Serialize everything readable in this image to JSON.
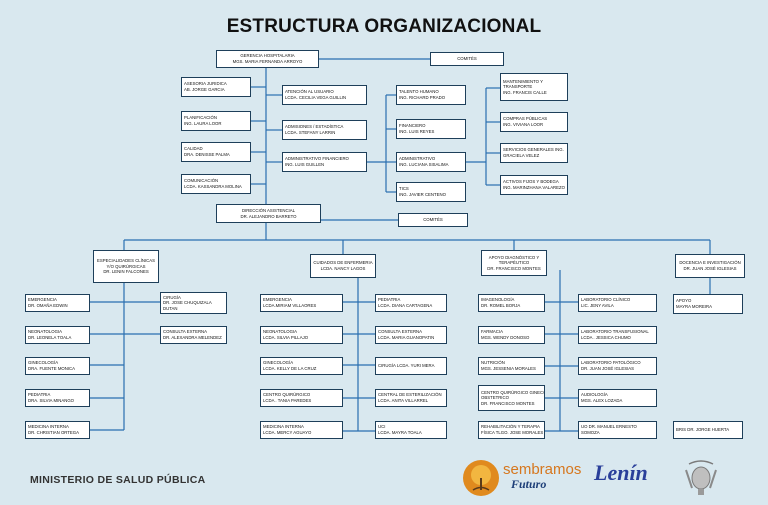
{
  "title": "ESTRUCTURA ORGANIZACIONAL",
  "footer": {
    "ministry": "MINISTERIO DE SALUD PÚBLICA",
    "logo_sembramos_line1": "sembramos",
    "logo_sembramos_line2": "Futuro",
    "logo_lenin": "Lenín"
  },
  "top": {
    "gerencia": [
      "GERENCIA HOSPITALARIA",
      "MGS. MARIA FERNANDA ARROYO"
    ],
    "comites1": [
      "COMITÉS"
    ],
    "asesoria": [
      "ASESORIA JURIDICA",
      "AB. JORGE GARCIA"
    ],
    "planificacion": [
      "PLANIFICACIÓN",
      "ING. LAURA LOOR"
    ],
    "calidad": [
      "CALIDAD",
      "DRA. DENISSE PALMA"
    ],
    "comunicacion": [
      "COMUNICACIÓN",
      "LCDA. KASSANDRA MOLINA"
    ],
    "atencion": [
      "ATENCIÓN AL USUARIO",
      "LCDA. CECILIA VEGA GUILLIN"
    ],
    "admisiones": [
      "ADMISIONES / ESTADÍSTICA",
      "LCDA.  STEFANY LARRIN"
    ],
    "adminfin": [
      "ADMINISTRATIVO FINANCIERO",
      "ING. LUIS GUILLEN"
    ],
    "talento": [
      "TALENTO HUMANO",
      "ING. RICHARD PRADO"
    ],
    "financiero": [
      "FINANCIERO",
      "ING. LUIS REYES"
    ],
    "administrativo": [
      "ADMINISTRATIVO",
      "ING. LUCIANA SISALIMA"
    ],
    "tics": [
      "TICS",
      "ING. JAVIER CENTENO"
    ],
    "mantenimiento": [
      "MANTENIMIENTO Y",
      "TRANSPORTE",
      "ING.  FRANCIS CALLE"
    ],
    "compras": [
      "COMPRAS PÚBLICAS",
      "ING. VIVIANA LOOR"
    ],
    "servicios": [
      "SERVICIOS GENERALES ING.",
      "GRACIELA VELEZ"
    ],
    "activos": [
      "ACTIVOS FIJOS  Y BODEGA",
      "ING. MARINZHANA VALAREZO"
    ],
    "direccion": [
      "DIRECCIÓN ASISTENCIAL",
      "DR. ALEJANDRO BARRETO"
    ],
    "comites2": [
      "COMITÉS"
    ]
  },
  "areas": {
    "especialidades": [
      "ESPECIALIDADES CLÍNICAS",
      "Y/O QUIRÚRGICAS",
      "DR. LENIN FALCONES"
    ],
    "cuidados": [
      "CUIDADOS DE ENFERMERIA",
      "LCDA. NANCY LAGOS"
    ],
    "apoyo_dx": [
      "APOYO  DIAGNÓSTICO Y",
      "TERAPÉUTICO",
      "DR. FRANCISCO MONTES"
    ],
    "docencia": [
      "DOCENCIA E INVESTIGACIÓN",
      "DR. JUAN JOSÉ IGLESIAS"
    ]
  },
  "units": {
    "emergencia1": [
      "EMERGENCIA",
      "DR. OMAÑA EDWIN"
    ],
    "neonatologia1": [
      "NEONATOLOGIA",
      "DR. LEONELA TOALA"
    ],
    "ginecologia1": [
      "GINECOLOGÍA",
      "DRA. FUENTE MONICA"
    ],
    "pediatria1": [
      "PEDIATRIA",
      "DRA. SILVIA MINANGO"
    ],
    "medicina1": [
      "MEDICINA INTERNA",
      "DR. CHRISTIAN ORTEGA"
    ],
    "cirugia1": [
      "CIRUGÍA",
      "DR.  JOSE CHUQUIZALA",
      "DUTAN"
    ],
    "consulta1": [
      "CONSULTA EXTERNA",
      "DR.  ALEXANDRA MELENDEZ"
    ],
    "emergencia2": [
      "EMERGENCIA",
      "LCDA.MIRIAM VILLAORES"
    ],
    "neonatologia2": [
      "NEONATOLOGIA",
      "LCDA.  SILVIA PILLAJO"
    ],
    "ginecologia2": [
      "GINECOLOGÍA",
      "LCDA. KELLY DE LA CRUZ"
    ],
    "quirurgico2": [
      "CENTRO QUIRÚRGICO",
      "LCDA . TANIA PAREDES"
    ],
    "medicina2": [
      "MEDICINA INTERNA",
      "LCDA.  MERCY AGUAYO"
    ],
    "pediatria2": [
      "PEDIATRIA",
      "LCDA. DIANA CARTAGENA"
    ],
    "consulta2": [
      "CONSULTA EXTERNA",
      "LCDA. MARIA GUANOPATIN"
    ],
    "cirugia2": [
      "CIRUGÍA     LCDA. YURI MERA"
    ],
    "esterilizacion2": [
      "CENTRAL DE ESTERILIZACIÓN",
      "LCDA. ANITA VILLARREL"
    ],
    "uci2": [
      "UCI",
      "LCDA.  MAYRA TOALA"
    ],
    "imagenologia": [
      "IMAGENOLOGÍA",
      "DR. ROMEL BORJA"
    ],
    "farmacia": [
      "FARMACIA",
      "MGS. WENDY DONOSO"
    ],
    "nutricion": [
      "NUTRICIÓN",
      "MGS. JESSENIA MORALES"
    ],
    "quirurgico_gineco": [
      "CENTRO QUIRÚRGICO GINECO",
      "OBSTETRICO",
      "DR.  FRANCISCO MONTES"
    ],
    "rehabilitacion": [
      "REHABILITACIÓN Y TERAPIA",
      "FÍSICA  TLGO. JOSE MORALES"
    ],
    "lab_clinico": [
      "LABORATORIO CLÍNICO",
      "LIC. JENY AVILA"
    ],
    "lab_transfusional": [
      "LABORATORIO TRANSFUSIONAL",
      "LCDA . JESSICA CHUMO"
    ],
    "lab_patologico": [
      "LABORATORIO PATOLÓGICO",
      "DR. JUAN JOSÉ IGLESIAS"
    ],
    "audiologia": [
      "AUDIOLOGÍA",
      "MGS. ALEX LOZADA"
    ],
    "uo": [
      "UO   DR. MANUEL ERNESTO",
      "SOMOZA"
    ],
    "apoyo": [
      "APOYO",
      "MAYRA MOREIRA"
    ],
    "bris": [
      "BRIS DR.  JORGE HUERTA"
    ]
  }
}
